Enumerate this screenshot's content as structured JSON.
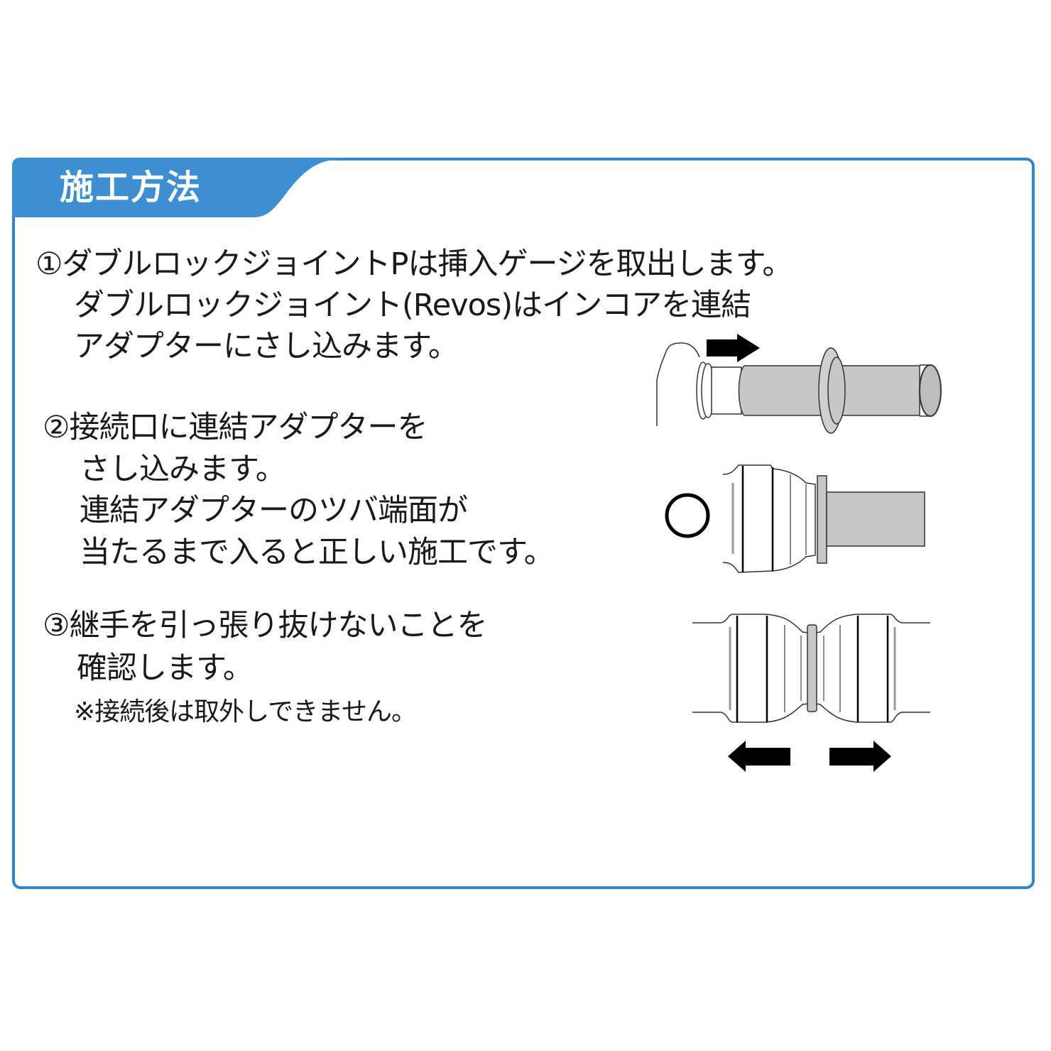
{
  "header": {
    "title": "施工方法",
    "accent_color": "#2f86cf"
  },
  "steps": [
    {
      "number": "①",
      "lines": [
        "①ダブルロックジョイントPは挿入ゲージを取出します。",
        "ダブルロックジョイント(Revos)はインコアを連結",
        "アダプターにさし込みます。"
      ]
    },
    {
      "number": "②",
      "lines": [
        "②接続口に連結アダプターを",
        "さし込みます。",
        "連結アダプターのツバ端面が",
        "当たるまで入ると正しい施工です。"
      ]
    },
    {
      "number": "③",
      "lines": [
        "③継手を引っ張り抜けないことを",
        "確認します。"
      ],
      "note": "※接続後は取外しできません。"
    }
  ],
  "diagrams": [
    {
      "name": "insert-incore-diagram",
      "arrows": [
        "right"
      ]
    },
    {
      "name": "correct-installation-diagram",
      "mark": "○"
    },
    {
      "name": "pull-test-diagram",
      "arrows": [
        "left",
        "right"
      ]
    }
  ]
}
